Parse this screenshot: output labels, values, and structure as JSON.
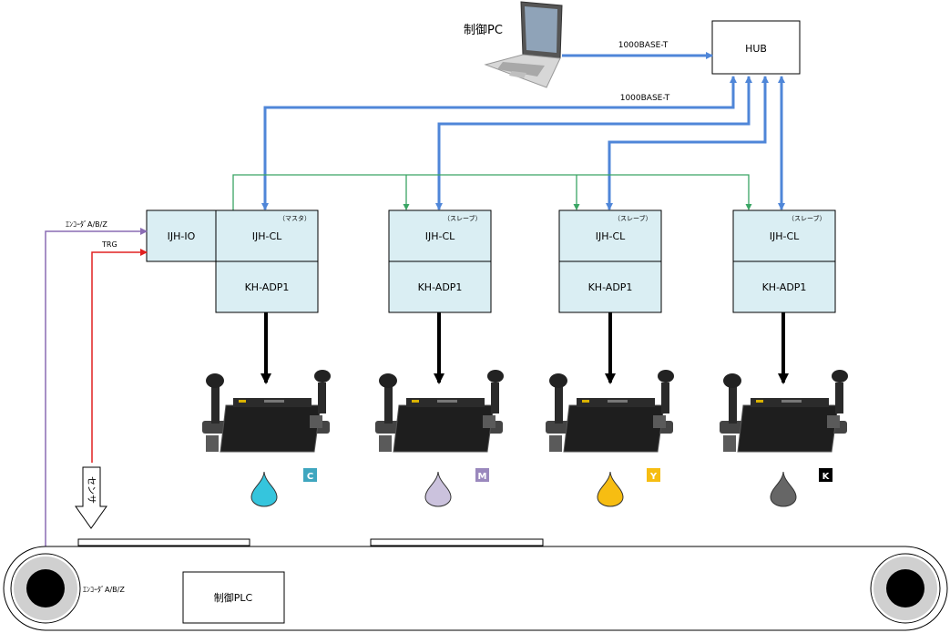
{
  "pc": {
    "label": "制御PC"
  },
  "hub": {
    "label": "HUB"
  },
  "links": {
    "pc_hub": "1000BASE-T",
    "hub_cl": "1000BASE-T"
  },
  "io": {
    "label": "IJH-IO",
    "encoder_label": "ｴﾝｺｰﾀﾞA/B/Z",
    "trigger_label": "TRG"
  },
  "units": [
    {
      "cl_label": "IJH-CL",
      "role": "（マスタ）",
      "adp_label": "KH-ADP1",
      "ink_letter": "C",
      "ink_color": "#35c5dd",
      "badge_color": "#3fa6bf"
    },
    {
      "cl_label": "IJH-CL",
      "role": "（スレーブ）",
      "adp_label": "KH-ADP1",
      "ink_letter": "M",
      "ink_color": "#cbc2dd",
      "badge_color": "#9a88bd"
    },
    {
      "cl_label": "IJH-CL",
      "role": "（スレーブ）",
      "adp_label": "KH-ADP1",
      "ink_letter": "Y",
      "ink_color": "#f7bd12",
      "badge_color": "#f6bd12"
    },
    {
      "cl_label": "IJH-CL",
      "role": "（スレーブ）",
      "adp_label": "KH-ADP1",
      "ink_letter": "K",
      "ink_color": "#666666",
      "badge_color": "#000000"
    }
  ],
  "sensor": {
    "label": "センサ"
  },
  "conveyor": {
    "encoder_label": "ｴﾝｺｰﾀﾞA/B/Z",
    "plc_label": "制御PLC"
  },
  "colors": {
    "box_fill": "#daeef3",
    "network_blue": "#4f86d8",
    "sync_green": "#3aa564",
    "encoder_purple": "#8a6cb4",
    "trigger_red": "#e02020"
  }
}
